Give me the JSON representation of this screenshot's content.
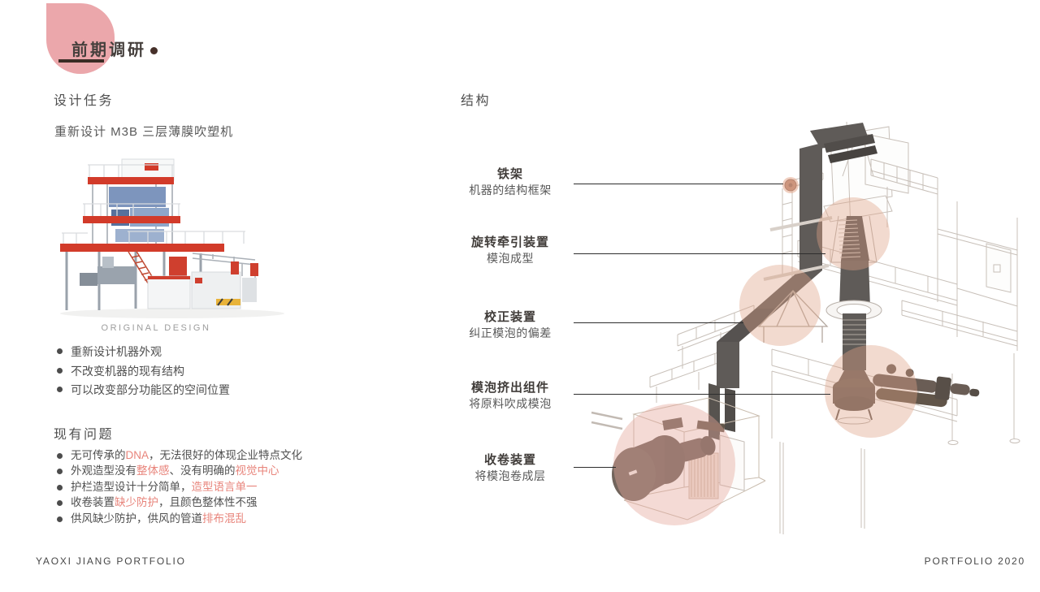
{
  "page": {
    "title": "前期调研",
    "footer_left": "YAOXI JIANG PORTFOLIO",
    "footer_right": "PORTFOLIO 2020"
  },
  "design_task": {
    "heading": "设计任务",
    "description": "重新设计 M3B 三层薄膜吹塑机",
    "image_caption": "ORIGINAL DESIGN",
    "requirements": [
      "重新设计机器外观",
      "不改变机器的现有结构",
      "可以改变部分功能区的空间位置"
    ]
  },
  "problems": {
    "heading": "现有问题",
    "items": [
      {
        "segments": [
          {
            "text": "无可传承的",
            "highlight": false
          },
          {
            "text": "DNA",
            "highlight": true
          },
          {
            "text": "，无法很好的体现企业特点文化",
            "highlight": false
          }
        ]
      },
      {
        "segments": [
          {
            "text": "外观造型没有",
            "highlight": false
          },
          {
            "text": "整体感",
            "highlight": true
          },
          {
            "text": "、没有明确的",
            "highlight": false
          },
          {
            "text": "视觉中心",
            "highlight": true
          }
        ]
      },
      {
        "segments": [
          {
            "text": "护栏造型设计十分简单，",
            "highlight": false
          },
          {
            "text": "造型语言单一",
            "highlight": true
          }
        ]
      },
      {
        "segments": [
          {
            "text": "收卷装置",
            "highlight": false
          },
          {
            "text": "缺少防护",
            "highlight": true
          },
          {
            "text": "，且颜色整体性不强",
            "highlight": false
          }
        ]
      },
      {
        "segments": [
          {
            "text": "供风缺少防护，供风的管道",
            "highlight": false
          },
          {
            "text": "排布混乱",
            "highlight": true
          }
        ]
      }
    ]
  },
  "structure": {
    "heading": "结构",
    "labels": [
      {
        "title": "铁架",
        "desc": "机器的结构框架"
      },
      {
        "title": "旋转牵引装置",
        "desc": "模泡成型"
      },
      {
        "title": "校正装置",
        "desc": "纠正模泡的偏差"
      },
      {
        "title": "模泡挤出组件",
        "desc": "将原料吹成模泡"
      },
      {
        "title": "收卷装置",
        "desc": "将模泡卷成层"
      }
    ]
  },
  "colors": {
    "highlight_text": "#e8847b",
    "header_blob_pink": "#eba7ab",
    "diagram_highlight": "#e0a286",
    "machine_red": "#d23b2a",
    "film_dark": "#5f5b58"
  }
}
